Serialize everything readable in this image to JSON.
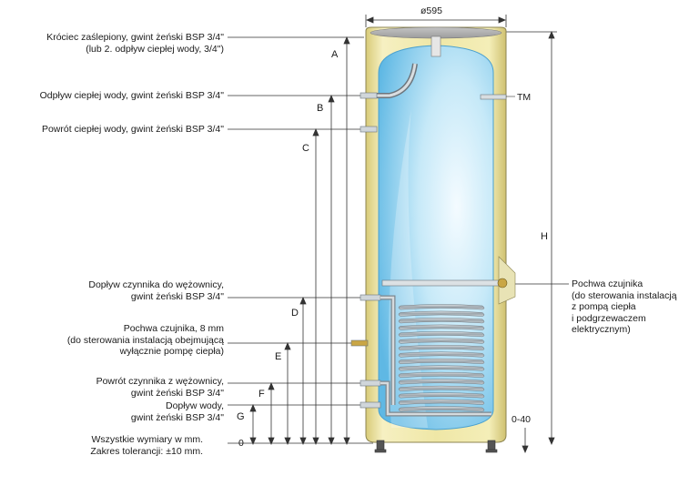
{
  "diameter_label": "ø595",
  "labels": {
    "krociec_line1": "Króciec zaślepiony, gwint żeński BSP 3/4\"",
    "krociec_line2": "(lub 2. odpływ ciepłej wody, 3/4\")",
    "odplyw": "Odpływ ciepłej wody, gwint żeński BSP 3/4\"",
    "powrot_cw": "Powrót ciepłej wody, gwint żeński BSP 3/4\"",
    "doplyw_czynnika_line1": "Dopływ czynnika do wężownicy,",
    "doplyw_czynnika_line2": "gwint żeński BSP 3/4\"",
    "pochwa8_line1": "Pochwa czujnika, 8 mm",
    "pochwa8_line2": "(do sterowania instalacją obejmującą",
    "pochwa8_line3": "wyłącznie pompę ciepła)",
    "powrot_czynnika_line1": "Powrót czynnika z wężownicy,",
    "powrot_czynnika_line2": "gwint żeński BSP 3/4\"",
    "doplyw_wody_line1": "Dopływ wody,",
    "doplyw_wody_line2": "gwint żeński BSP 3/4\"",
    "wymiary_line1": "Wszystkie wymiary w mm.",
    "wymiary_line2": "Zakres tolerancji: ±10 mm.",
    "pochwa_right_line1": "Pochwa czujnika",
    "pochwa_right_line2": "(do sterowania instalacją",
    "pochwa_right_line3": "z pompą ciepła",
    "pochwa_right_line4": "i podgrzewaczem",
    "pochwa_right_line5": "elektrycznym)",
    "tm": "TM",
    "feet": "0-40",
    "zero": "0"
  },
  "dimensions": [
    "A",
    "B",
    "C",
    "D",
    "E",
    "F",
    "G",
    "H"
  ],
  "colors": {
    "casing": "#efe7a0",
    "tank": "#9fd8f2",
    "coil": "#b9c2c8",
    "lines": "#333333"
  }
}
